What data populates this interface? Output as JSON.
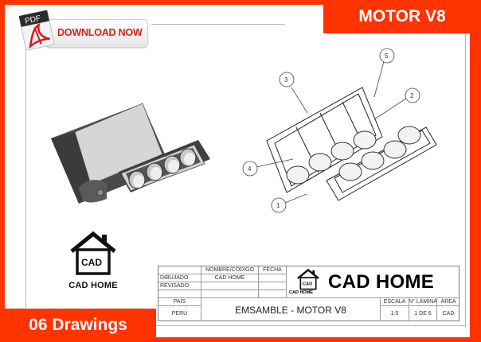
{
  "header": {
    "download_button": {
      "label": "DOWNLOAD NOW",
      "icon": "pdf-icon",
      "icon_text": "PDF"
    },
    "title": "MOTOR V8"
  },
  "footer": {
    "drawings_count": "06 Drawings"
  },
  "logo": {
    "icon_text": "CAD",
    "name": "CAD HOME"
  },
  "drawing": {
    "render_view": "isometric-engine-block",
    "exploded_view": {
      "balloons": [
        "1",
        "2",
        "3",
        "4",
        "5"
      ]
    }
  },
  "title_block": {
    "headers": {
      "name_code": "NOMBRE/CÓDIGO",
      "date": "FECHA"
    },
    "rows": [
      {
        "label": "DIBUJADO",
        "name": "CAD HOME",
        "date": ""
      },
      {
        "label": "REVISADO",
        "name": "",
        "date": ""
      },
      {
        "label": "",
        "name": "",
        "date": ""
      }
    ],
    "logo_text": "CAD HOME",
    "logo_small": "CAD HOME",
    "logo_icon_text": "CAD",
    "country_label": "PAÍS",
    "country": "PERÚ",
    "drawing_title": "EMSAMBLE - MOTOR V8",
    "scale_label": "ESCALA",
    "scale": "1:5",
    "sheet_label": "N° LÁMINA",
    "sheet": "1 DE 6",
    "area_label": "ÁREA",
    "area": "CAD"
  },
  "colors": {
    "accent": "#ff3300",
    "download_text": "#d8221a",
    "frame_line": "#b5b5b5"
  }
}
